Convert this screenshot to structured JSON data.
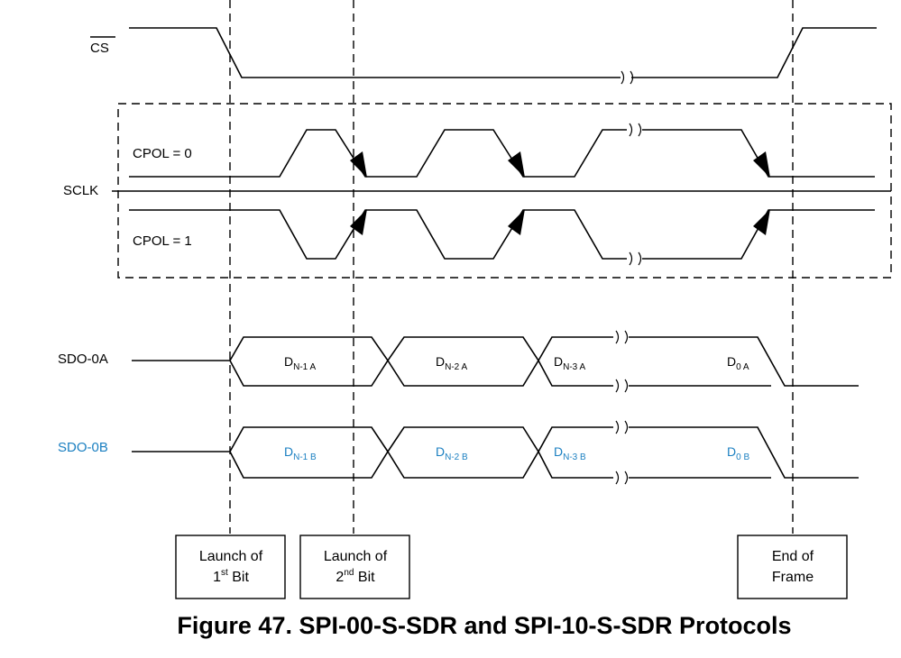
{
  "signals": {
    "cs": "CS",
    "sclk": "SCLK",
    "cpol0": "CPOL = 0",
    "cpol1": "CPOL = 1",
    "sdo_a": "SDO-0A",
    "sdo_b": "SDO-0B"
  },
  "data_a": [
    {
      "main": "D",
      "sub": "N-1 A"
    },
    {
      "main": "D",
      "sub": "N-2 A"
    },
    {
      "main": "D",
      "sub": "N-3 A"
    },
    {
      "main": "D",
      "sub": "0 A"
    }
  ],
  "data_b": [
    {
      "main": "D",
      "sub": "N-1 B"
    },
    {
      "main": "D",
      "sub": "N-2 B"
    },
    {
      "main": "D",
      "sub": "N-3 B"
    },
    {
      "main": "D",
      "sub": "0 B"
    }
  ],
  "events": {
    "launch1_line1": "Launch of",
    "launch1_num": "1",
    "launch1_sup": "st",
    "launch1_rest": " Bit",
    "launch2_line1": "Launch of",
    "launch2_num": "2",
    "launch2_sup": "nd",
    "launch2_rest": " Bit",
    "end_line1": "End of",
    "end_line2": "Frame"
  },
  "caption": "Figure 47. SPI-00-S-SDR and SPI-10-S-SDR Protocols",
  "colors": {
    "line": "#000000",
    "sdo_b": "#1a7fc1"
  }
}
